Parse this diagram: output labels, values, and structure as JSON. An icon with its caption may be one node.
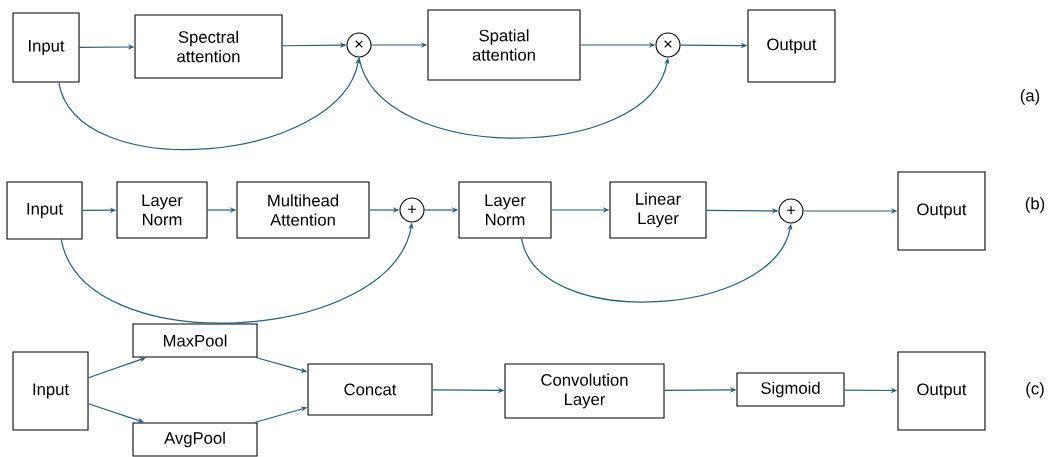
{
  "diagram": {
    "nodes": [
      {
        "text": [
          "Input"
        ]
      },
      {
        "text": [
          "Spectral attention"
        ]
      },
      {
        "text": [
          "×"
        ]
      },
      {
        "text": [
          "Spatial attention"
        ]
      },
      {
        "text": [
          "×"
        ]
      },
      {
        "text": [
          "Output"
        ]
      },
      {
        "text": [
          "Input"
        ]
      },
      {
        "text": [
          "Layer Norm"
        ]
      },
      {
        "text": [
          "Multihead Attention"
        ]
      },
      {
        "text": [
          "+"
        ]
      },
      {
        "text": [
          "Layer Norm"
        ]
      },
      {
        "text": [
          "Linear Layer"
        ]
      },
      {
        "text": [
          "+"
        ]
      },
      {
        "text": [
          "Output"
        ]
      },
      {
        "text": [
          "Input"
        ]
      },
      {
        "text": [
          "MaxPool"
        ]
      },
      {
        "text": [
          "AvgPool"
        ]
      },
      {
        "text": [
          "Concat"
        ]
      },
      {
        "text": [
          "Convolution Layer"
        ]
      },
      {
        "text": [
          "Sigmoid"
        ]
      },
      {
        "text": [
          "Output"
        ]
      }
    ],
    "edges": [
      {
        "from": 0,
        "to": 1,
        "arrow": "to"
      },
      {
        "from": 1,
        "to": 2,
        "arrow": "to"
      },
      {
        "from": 2,
        "to": 3,
        "arrow": "to"
      },
      {
        "from": 3,
        "to": 4,
        "arrow": "to"
      },
      {
        "from": 4,
        "to": 5,
        "arrow": "to"
      },
      {
        "from": 0,
        "to": 2,
        "arrow": "to"
      },
      {
        "from": 2,
        "to": 4,
        "arrow": "to"
      },
      {
        "from": 6,
        "to": 7,
        "arrow": "to"
      },
      {
        "from": 7,
        "to": 8,
        "arrow": "to"
      },
      {
        "from": 8,
        "to": 9,
        "arrow": "to"
      },
      {
        "from": 9,
        "to": 10,
        "arrow": "to"
      },
      {
        "from": 10,
        "to": 11,
        "arrow": "to"
      },
      {
        "from": 11,
        "to": 12,
        "arrow": "to"
      },
      {
        "from": 12,
        "to": 13,
        "arrow": "to"
      },
      {
        "from": 6,
        "to": 9,
        "arrow": "to"
      },
      {
        "from": 10,
        "to": 12,
        "arrow": "to"
      },
      {
        "from": 14,
        "to": 15,
        "arrow": "to"
      },
      {
        "from": 14,
        "to": 16,
        "arrow": "to"
      },
      {
        "from": 15,
        "to": 17,
        "arrow": "to"
      },
      {
        "from": 16,
        "to": 17,
        "arrow": "to"
      },
      {
        "from": 17,
        "to": 18,
        "arrow": "to"
      },
      {
        "from": 18,
        "to": 19,
        "arrow": "to"
      },
      {
        "from": 19,
        "to": 20,
        "arrow": "to"
      }
    ],
    "labels": [
      "(a)",
      "(b)",
      "(c)"
    ]
  }
}
